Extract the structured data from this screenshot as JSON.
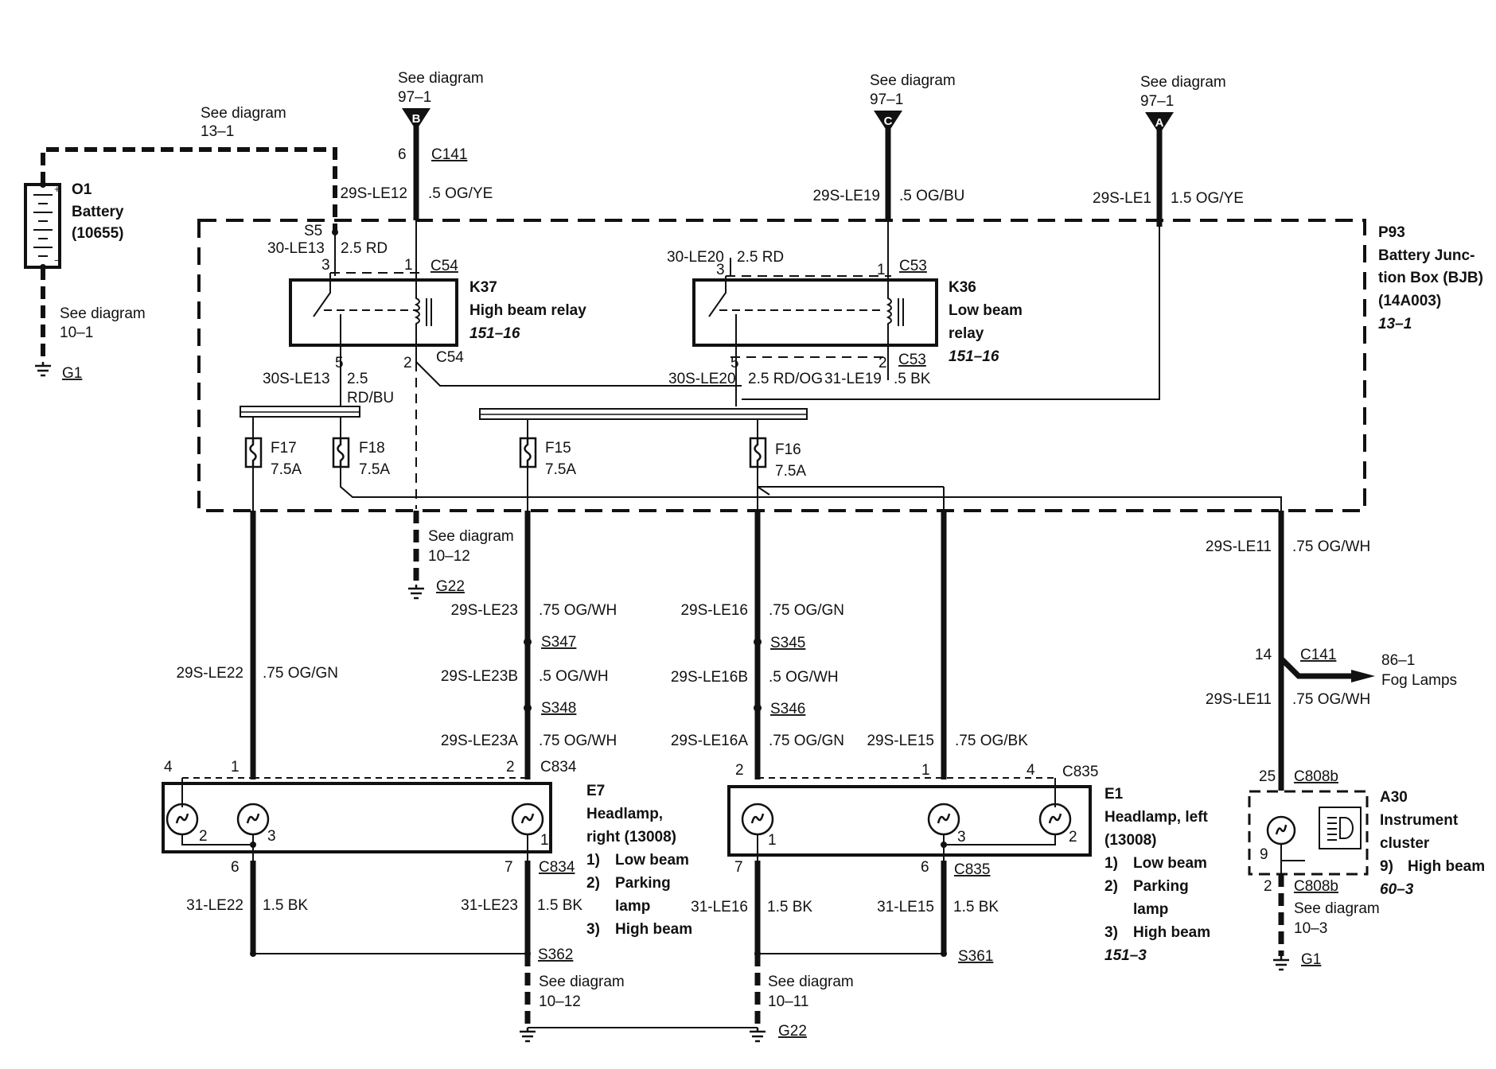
{
  "refs": {
    "battery_top": [
      "See diagram",
      "13–1"
    ],
    "battery_bottom": [
      "See diagram",
      "10–1"
    ],
    "conn_b": [
      "See diagram",
      "97–1"
    ],
    "conn_c": [
      "See diagram",
      "97–1"
    ],
    "conn_a": [
      "See diagram",
      "97–1"
    ],
    "ground_mid": [
      "See diagram",
      "10–12"
    ],
    "ground_e7": [
      "See diagram",
      "10–12"
    ],
    "ground_e1": [
      "See diagram",
      "10–11"
    ],
    "ground_a30": [
      "See diagram",
      "10–3"
    ],
    "fog": [
      "86–1",
      "Fog Lamps"
    ]
  },
  "connector_letters": {
    "b": "B",
    "c": "C",
    "a": "A"
  },
  "components": {
    "battery": {
      "id": "O1",
      "lines": [
        "Battery",
        "(10655)"
      ]
    },
    "bjb": {
      "id": "P93",
      "lines": [
        "Battery Junc-",
        "tion Box (BJB)",
        "(14A003)"
      ],
      "ref": "13–1"
    },
    "k37": {
      "id": "K37",
      "lines": [
        "High beam relay"
      ],
      "ref": "151–16"
    },
    "k36": {
      "id": "K36",
      "lines": [
        "Low beam",
        "relay"
      ],
      "ref": "151–16"
    },
    "e7": {
      "id": "E7",
      "lines": [
        "Headlamp,",
        "right (13008)"
      ],
      "items": [
        [
          "1)",
          "Low beam"
        ],
        [
          "2)",
          "Parking"
        ],
        [
          "",
          "lamp"
        ],
        [
          "3)",
          "High beam"
        ]
      ]
    },
    "e1": {
      "id": "E1",
      "lines": [
        "Headlamp, left",
        "(13008)"
      ],
      "items": [
        [
          "1)",
          "Low beam"
        ],
        [
          "2)",
          "Parking"
        ],
        [
          "",
          "lamp"
        ],
        [
          "3)",
          "High beam"
        ]
      ],
      "ref": "151–3"
    },
    "a30": {
      "id": "A30",
      "lines": [
        "Instrument",
        "cluster"
      ],
      "items": [
        [
          "9)",
          "High beam"
        ]
      ],
      "ref": "60–3"
    }
  },
  "grounds": {
    "g1_left": "G1",
    "g22_mid": "G22",
    "g22_bottom": "G22",
    "g1_right": "G1"
  },
  "fuses": [
    {
      "id": "F17",
      "rating": "7.5A"
    },
    {
      "id": "F18",
      "rating": "7.5A"
    },
    {
      "id": "F15",
      "rating": "7.5A"
    },
    {
      "id": "F16",
      "rating": "7.5A"
    }
  ],
  "connectors": {
    "c141_top": "C141",
    "c54_top": "C54",
    "c54_bot": "C54",
    "c53_top": "C53",
    "c53_bot": "C53",
    "c834_top": "C834",
    "c834_bot": "C834",
    "c835_top": "C835",
    "c835_bot": "C835",
    "c141_fog": "C141",
    "c808b_top": "C808b",
    "c808b_bot": "C808b",
    "s5": "S5",
    "s347": "S347",
    "s348": "S348",
    "s345": "S345",
    "s346": "S346",
    "s362": "S362",
    "s361": "S361"
  },
  "circuits": {
    "le12": "29S-LE12",
    "le12_w": ".5 OG/YE",
    "le19": "29S-LE19",
    "le19_w": ".5 OG/BU",
    "le1": "29S-LE1",
    "le1_w": "1.5 OG/YE",
    "le13_30": "30-LE13",
    "le13_30_w": "2.5 RD",
    "le20_30": "30-LE20",
    "le20_30_w": "2.5 RD",
    "le13_30s": "30S-LE13",
    "le13_30s_w1": "2.5",
    "le13_30s_w2": "RD/BU",
    "le20_30s": "30S-LE20",
    "le20_30s_w": "2.5 RD/OG",
    "le19_31": "31-LE19",
    "le19_31_w": ".5 BK",
    "le11": "29S-LE11",
    "le11_w": ".75 OG/WH",
    "le11b": "29S-LE11",
    "le11b_w": ".75 OG/WH",
    "le23": "29S-LE23",
    "le23_w": ".75 OG/WH",
    "le23b": "29S-LE23B",
    "le23b_w": ".5 OG/WH",
    "le23a": "29S-LE23A",
    "le23a_w": ".75 OG/WH",
    "le16": "29S-LE16",
    "le16_w": ".75 OG/GN",
    "le16b": "29S-LE16B",
    "le16b_w": ".5 OG/WH",
    "le16a": "29S-LE16A",
    "le16a_w": ".75 OG/GN",
    "le22": "29S-LE22",
    "le22_w": ".75 OG/GN",
    "le15": "29S-LE15",
    "le15_w": ".75 OG/BK",
    "le22_31": "31-LE22",
    "le22_31_w": "1.5 BK",
    "le23_31": "31-LE23",
    "le23_31_w": "1.5 BK",
    "le16_31": "31-LE16",
    "le16_31_w": "1.5 BK",
    "le15_31": "31-LE15",
    "le15_31_w": "1.5 BK"
  },
  "pins": {
    "p6": "6",
    "p14": "14",
    "p25": "25",
    "p9": "9",
    "p2a": "2",
    "k37_3": "3",
    "k37_1": "1",
    "k37_5": "5",
    "k37_2": "2",
    "k36_3": "3",
    "k36_1": "1",
    "k36_5": "5",
    "k36_2": "2",
    "e7_4": "4",
    "e7_1": "1",
    "e7_2": "2",
    "e7_2b": "2",
    "e7_3": "3",
    "e7_1b": "1",
    "e7_6": "6",
    "e7_7": "7",
    "e1_2": "2",
    "e1_1": "1",
    "e1_4": "4",
    "e1_1b": "1",
    "e1_3": "3",
    "e1_2b": "2",
    "e1_7": "7",
    "e1_6": "6"
  }
}
